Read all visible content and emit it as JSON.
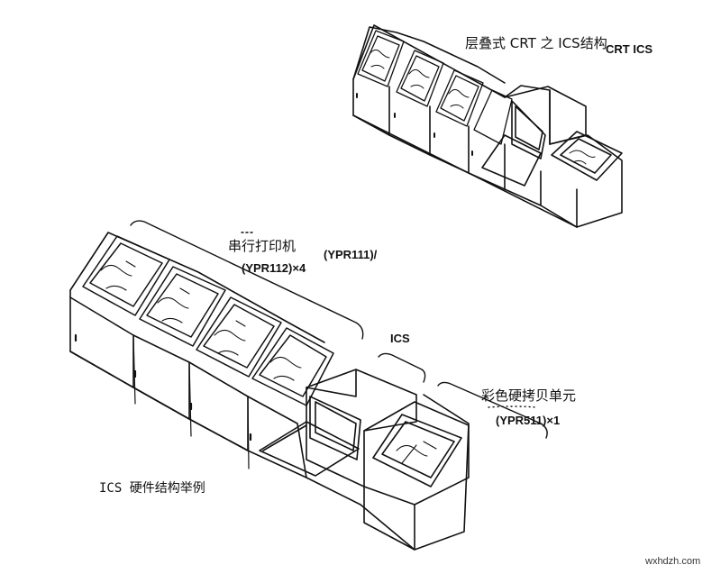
{
  "labels": {
    "top_title": "层叠式 CRT 之 ICS结构",
    "top_crt_ics": "CRT ICS",
    "serial_printer": "串行打印机",
    "ypr111": "(YPR111)/",
    "ypr112": "(YPR112)×4",
    "ics": "ICS",
    "color_hardcopy": "彩色硬拷贝单元",
    "ypr511": "(YPR511)×1",
    "caption": "ICS 硬件结构举例",
    "watermark": "wxhdzh.com"
  },
  "colors": {
    "ink": "#111111",
    "background": "#ffffff"
  }
}
